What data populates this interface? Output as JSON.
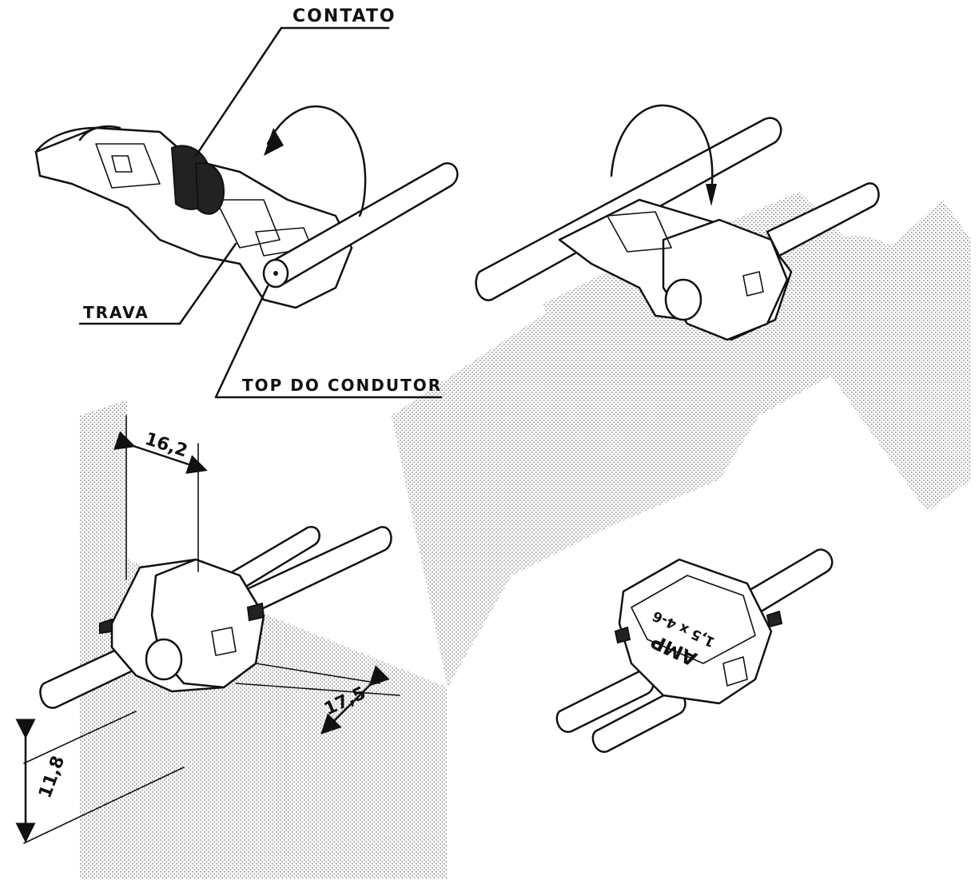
{
  "labels": {
    "contact": "CONTATO",
    "lock": "TRAVA",
    "conductor_top": "TOP DO CONDUTOR"
  },
  "dimensions": {
    "width": "16,2",
    "depth": "17,5",
    "height": "11,8"
  },
  "part_marking": {
    "brand": "AMP",
    "size": "1,5 x 4-6"
  },
  "colors": {
    "line": "#111111",
    "watermark": "#9a9a9a",
    "background": "#ffffff"
  }
}
